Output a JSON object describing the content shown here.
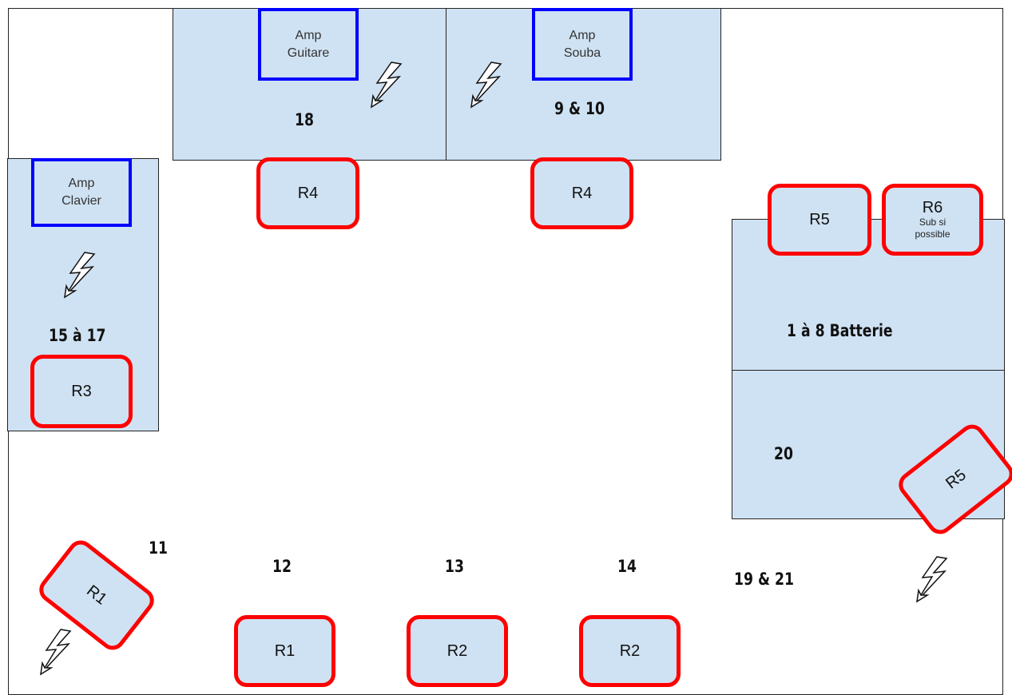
{
  "amps": {
    "guitare": [
      "Amp",
      "Guitare"
    ],
    "souba": [
      "Amp",
      "Souba"
    ],
    "clavier": [
      "Amp",
      "Clavier"
    ]
  },
  "zones": {
    "guitar_label": "18",
    "souba_label": "9 & 10",
    "keys_label": "15 à 17",
    "drums_label": "1 à 8 Batterie",
    "right_lower_label": "20"
  },
  "positions": {
    "p11": "11",
    "p12": "12",
    "p13": "13",
    "p14": "14",
    "p19_21": "19 & 21"
  },
  "returns": {
    "r4_left": "R4",
    "r4_right": "R4",
    "r5_top": "R5",
    "r6": "R6",
    "r6_note": "Sub si possible",
    "r3": "R3",
    "r5_rot": "R5",
    "r1_rot": "R1",
    "r1": "R1",
    "r2_a": "R2",
    "r2_b": "R2"
  },
  "colors": {
    "zone_fill": "#cfe2f3",
    "amp_border": "#0000ff",
    "return_border": "#ff0000"
  },
  "icons": [
    "power-outlet-icon"
  ]
}
